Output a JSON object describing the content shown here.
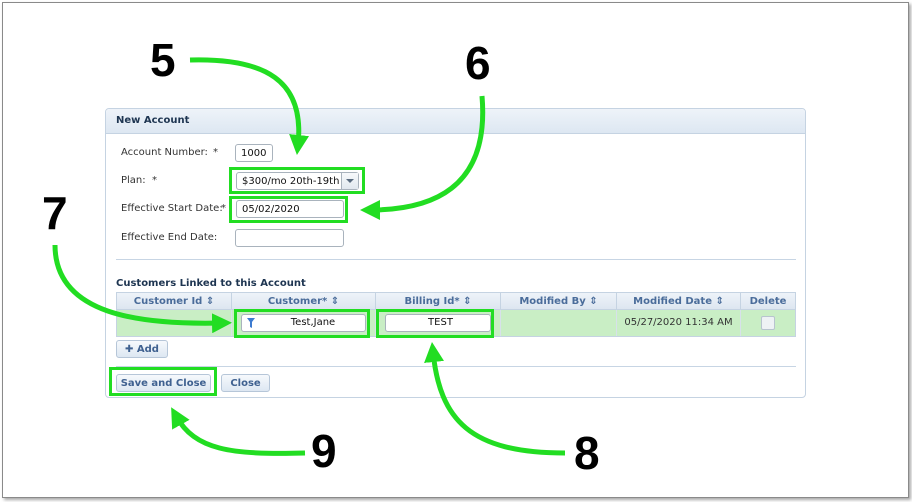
{
  "form": {
    "title": "New Account",
    "account_number_label": "Account Number:",
    "account_number_value": "1000",
    "plan_label": "Plan:",
    "plan_value": "$300/mo 20th-19th",
    "start_date_label": "Effective Start Date:",
    "start_date_value": "05/02/2020",
    "end_date_label": "Effective End Date:",
    "end_date_value": "",
    "required_marker": "*"
  },
  "customers": {
    "section_title": "Customers Linked to this Account",
    "columns": [
      "Customer Id",
      "Customer*",
      "Billing Id*",
      "Modified By",
      "Modified Date",
      "Delete"
    ],
    "sort_glyph": "⇕",
    "row": {
      "customer_id": "",
      "customer": "Test,Jane",
      "billing_id": "TEST",
      "modified_by": "",
      "modified_date": "05/27/2020 11:34 AM"
    },
    "add_label": "Add"
  },
  "footer": {
    "save_close_label": "Save and Close",
    "close_label": "Close"
  },
  "annotations": {
    "callouts": [
      "5",
      "6",
      "7",
      "8",
      "9"
    ],
    "highlight_color": "#22dd22"
  }
}
